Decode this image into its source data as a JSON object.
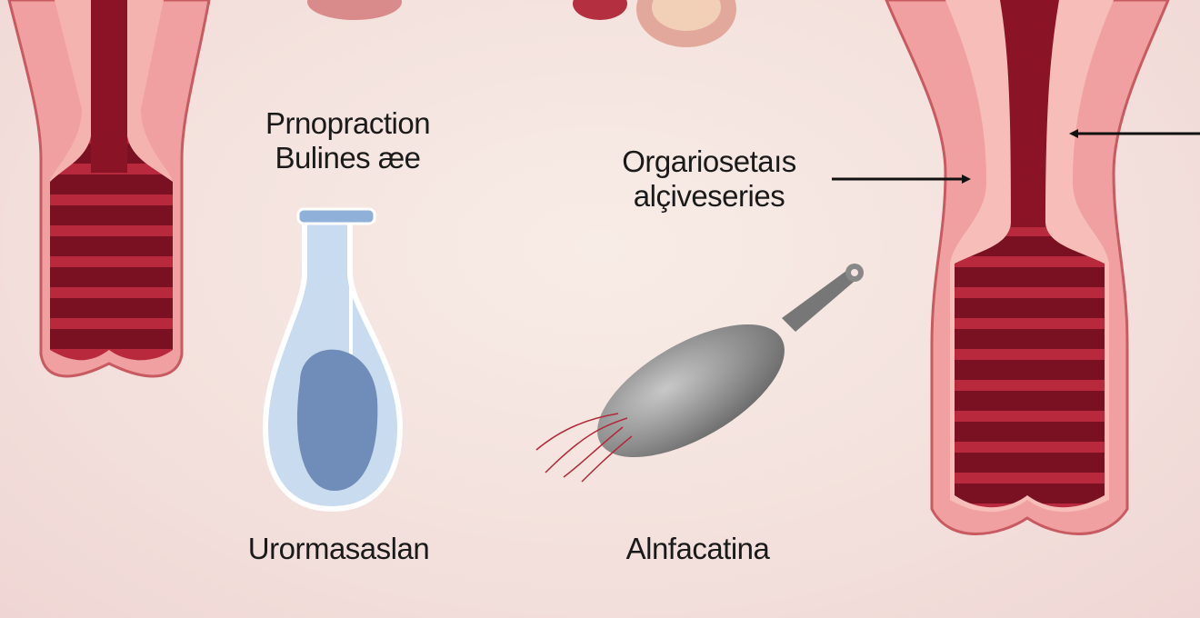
{
  "labels": {
    "top_left_line1": "Prnopraction",
    "top_left_line2": "Bulines æe",
    "center_line1": "Orgariosetaıs",
    "center_line2": "alçiveseries",
    "bottom_left": "Urormasaslan",
    "bottom_center": "Alnfacatina"
  },
  "colors": {
    "organ_outer": "#f0a0a0",
    "organ_inner": "#8a1426",
    "flask": "#8fb0d8",
    "tool": "#8a8a8a"
  }
}
